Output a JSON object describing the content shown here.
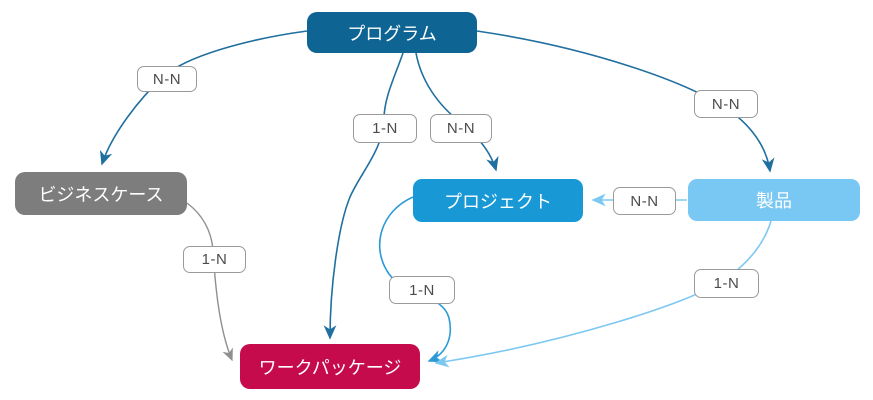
{
  "diagram": {
    "title": "entity-relationship-diagram",
    "background_color": "#ffffff",
    "nodes": [
      {
        "id": "program",
        "label": "プログラム",
        "color": "#0e6492",
        "text_color": "#ffffff"
      },
      {
        "id": "business-case",
        "label": "ビジネスケース",
        "color": "#7d7d7d",
        "text_color": "#ffffff"
      },
      {
        "id": "project",
        "label": "プロジェクト",
        "color": "#1899d6",
        "text_color": "#ffffff"
      },
      {
        "id": "product",
        "label": "製品",
        "color": "#79c7f3",
        "text_color": "#ffffff"
      },
      {
        "id": "work-package",
        "label": "ワークパッケージ",
        "color": "#c60b4c",
        "text_color": "#ffffff"
      }
    ],
    "edges": [
      {
        "from": "program",
        "to": "business-case",
        "label": "N-N",
        "color": "#1f6f9f"
      },
      {
        "from": "program",
        "to": "work-package",
        "label": "1-N",
        "color": "#1f6f9f"
      },
      {
        "from": "program",
        "to": "project",
        "label": "N-N",
        "color": "#1f6f9f"
      },
      {
        "from": "program",
        "to": "product",
        "label": "N-N",
        "color": "#1f6f9f"
      },
      {
        "from": "product",
        "to": "project",
        "label": "N-N",
        "color": "#7cc8f2"
      },
      {
        "from": "business-case",
        "to": "work-package",
        "label": "1-N",
        "color": "#8f8f8f"
      },
      {
        "from": "project",
        "to": "work-package",
        "label": "1-N",
        "color": "#2b9ad6"
      },
      {
        "from": "product",
        "to": "work-package",
        "label": "1-N",
        "color": "#7cc8f2"
      }
    ],
    "label_style": {
      "background": "#ffffff",
      "border": "#9a9a9a",
      "text": "#4b4b4b"
    }
  }
}
